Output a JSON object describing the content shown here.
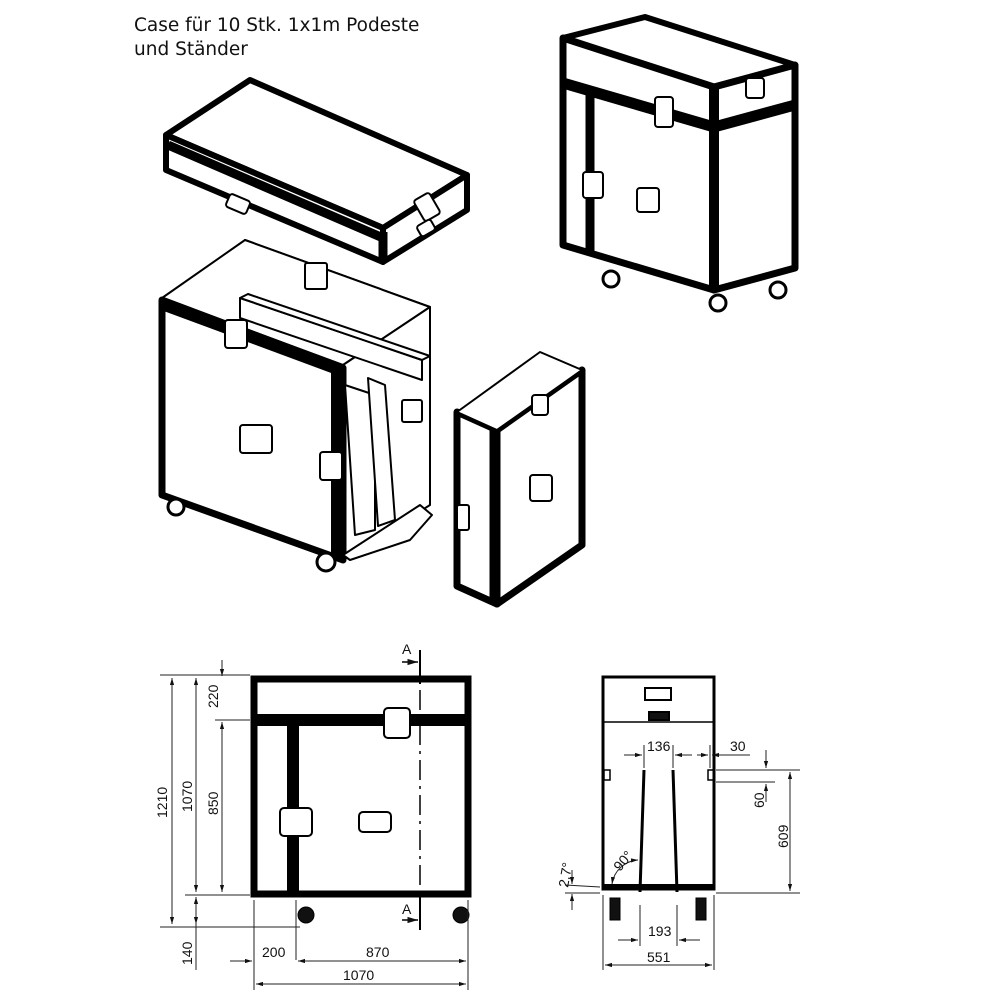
{
  "title": {
    "line1": "Case für 10 Stk. 1x1m Podeste",
    "line2": "und Ständer"
  },
  "colors": {
    "ink": "#000000",
    "background": "#ffffff",
    "dimension_line": "#222222"
  },
  "views": {
    "isometric_lid": {
      "label": "lid"
    },
    "isometric_open_case": {
      "label": "open case with stands and platform rack"
    },
    "isometric_door": {
      "label": "removable side door"
    },
    "isometric_closed_case": {
      "label": "closed case on castors"
    },
    "front_view": {
      "section_marker_top": "A",
      "section_marker_bottom": "A",
      "dimensions": {
        "total_height": "1210",
        "case_height": "1070",
        "lid_height": "220",
        "body_height": "850",
        "castor_height": "140",
        "door_offset": "200",
        "door_width": "870",
        "total_width": "1070"
      }
    },
    "section_view": {
      "dimensions": {
        "slot_spacing_top": "136",
        "rail_width": "30",
        "rail_height": "60",
        "rail_elevation": "609",
        "slot_angle": "90°",
        "floor_angle": "2,7°",
        "slot_spacing_bottom": "193",
        "total_depth": "551"
      }
    }
  }
}
